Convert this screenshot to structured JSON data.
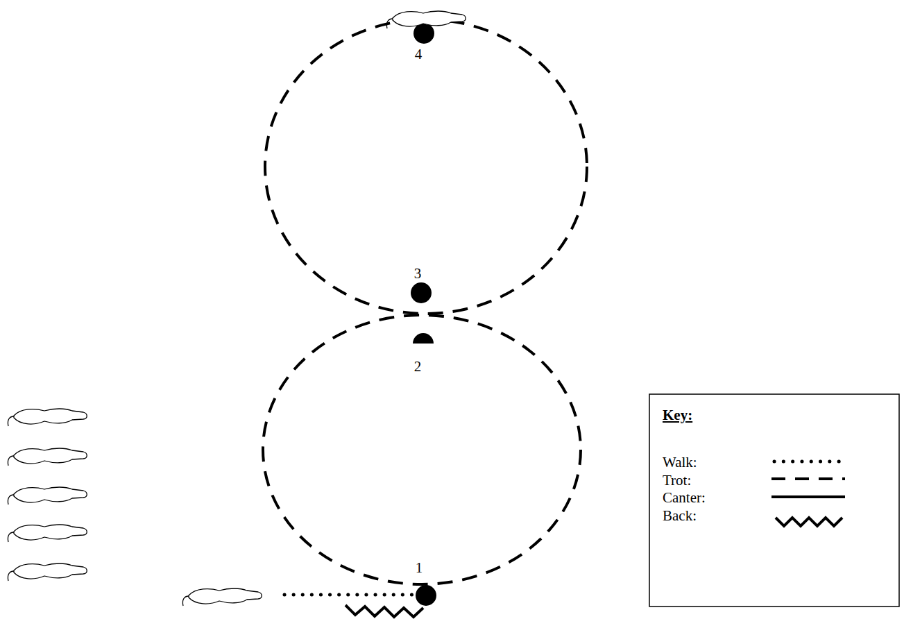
{
  "diagram": {
    "labels": [
      "4",
      "3",
      "2",
      "1",
      "Key:"
    ],
    "legend": [
      {
        "text": "Walk:"
      },
      {
        "text": "Trot:"
      },
      {
        "text": "Canter:"
      },
      {
        "text": "Back:"
      }
    ]
  }
}
